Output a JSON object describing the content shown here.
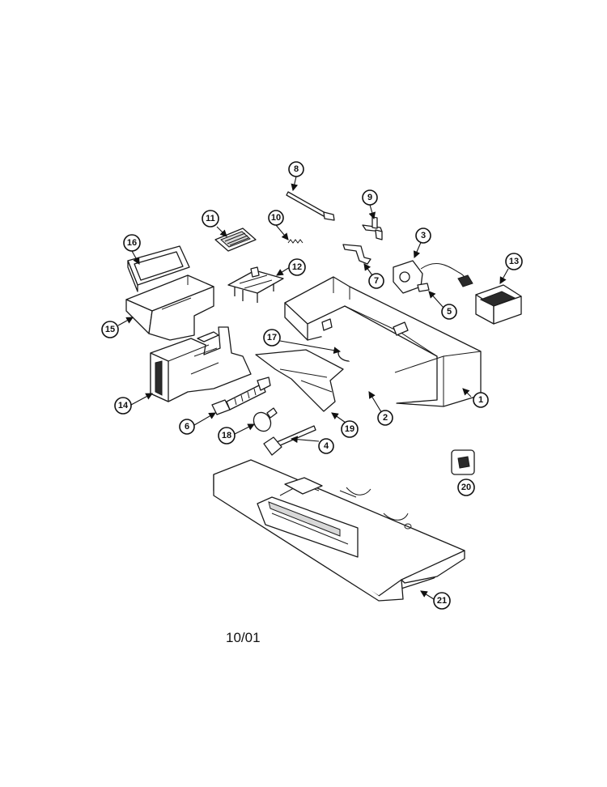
{
  "callouts": [
    "1",
    "2",
    "3",
    "4",
    "5",
    "6",
    "7",
    "8",
    "9",
    "10",
    "11",
    "12",
    "13",
    "14",
    "15",
    "16",
    "17",
    "18",
    "19",
    "20",
    "21"
  ],
  "footer": {
    "date_code": "10/01"
  },
  "colors": {
    "line": "#1a1a1a",
    "background": "#ffffff"
  }
}
